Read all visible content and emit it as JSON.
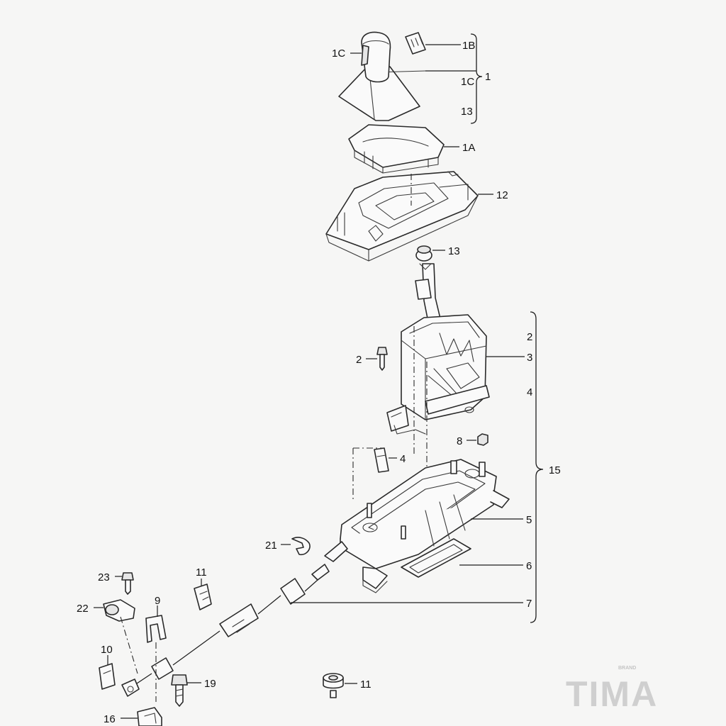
{
  "diagram": {
    "labels": {
      "knob_1c": "1C",
      "knob_1b": "1B",
      "boot_1c": "1C",
      "group_1": "1",
      "boot_13": "13",
      "cover_1a": "1A",
      "housing_12": "12",
      "ring_13": "13",
      "screw_2_right": "2",
      "lever_3": "3",
      "screw_2_left": "2",
      "clip_4_right": "4",
      "clip_4_left": "4",
      "nut_8": "8",
      "group_15": "15",
      "base_5": "5",
      "pad_6": "6",
      "cable_7": "7",
      "clip_21": "21",
      "clip_11_top": "11",
      "bolt_23": "23",
      "lever_22": "22",
      "clip_9": "9",
      "bracket_10": "10",
      "bolt_19": "19",
      "bushing_11_bottom": "11",
      "holder_16": "16"
    },
    "watermark": {
      "brand": "TIMA",
      "small": "BRAND"
    }
  }
}
